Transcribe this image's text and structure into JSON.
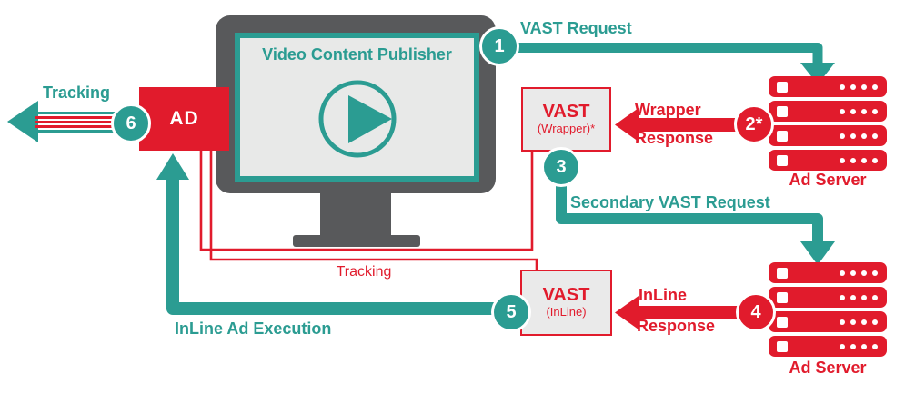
{
  "colors": {
    "teal": "#2B9C92",
    "red": "#E11B2C",
    "dark_gray": "#58595B",
    "screen_gray": "#E8E9E8",
    "box_gray": "#EAEAEA"
  },
  "monitor": {
    "title": "Video Content Publisher"
  },
  "ad_box": {
    "label": "AD"
  },
  "boxes": {
    "wrapper": {
      "title": "VAST",
      "subtitle": "(Wrapper)*"
    },
    "inline": {
      "title": "VAST",
      "subtitle": "(InLine)"
    }
  },
  "steps": [
    {
      "number": "1"
    },
    {
      "number": "2*"
    },
    {
      "number": "3"
    },
    {
      "number": "4"
    },
    {
      "number": "5"
    },
    {
      "number": "6"
    }
  ],
  "labels": {
    "vast_request": "VAST Request",
    "wrapper_response_line1": "Wrapper",
    "wrapper_response_line2": "Response",
    "secondary_vast_request": "Secondary VAST Request",
    "inline_response_line1": "InLine",
    "inline_response_line2": "Response",
    "inline_ad_execution": "InLine Ad Execution",
    "tracking_left": "Tracking",
    "tracking_center": "Tracking",
    "ad_server_top": "Ad Server",
    "ad_server_bottom": "Ad Server"
  }
}
